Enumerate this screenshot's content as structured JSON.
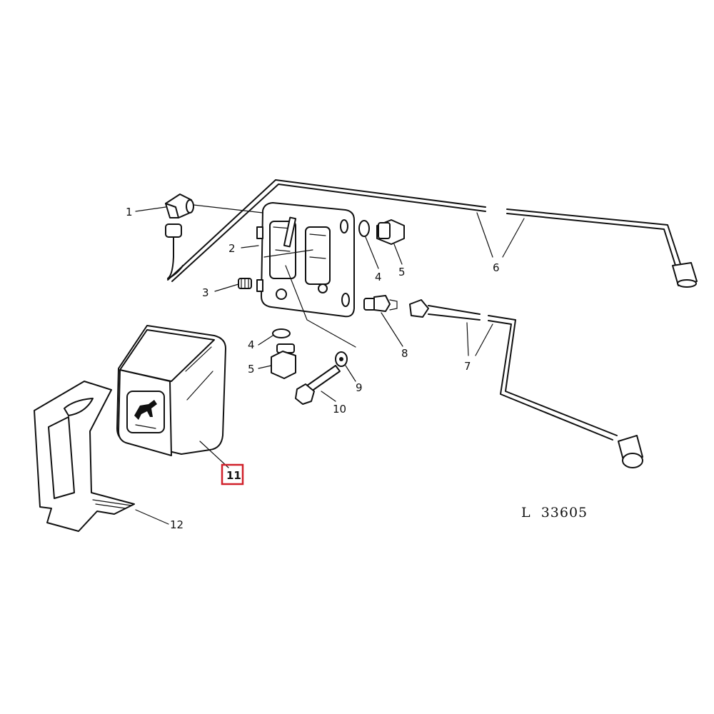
{
  "diagram": {
    "reference_code": "L  33605",
    "callouts": [
      {
        "id": "c1",
        "label": "1"
      },
      {
        "id": "c2",
        "label": "2"
      },
      {
        "id": "c3",
        "label": "3"
      },
      {
        "id": "c4a",
        "label": "4"
      },
      {
        "id": "c5a",
        "label": "5"
      },
      {
        "id": "c6",
        "label": "6"
      },
      {
        "id": "c4b",
        "label": "4"
      },
      {
        "id": "c5b",
        "label": "5"
      },
      {
        "id": "c8",
        "label": "8"
      },
      {
        "id": "c7",
        "label": "7"
      },
      {
        "id": "c9",
        "label": "9"
      },
      {
        "id": "c10",
        "label": "10"
      },
      {
        "id": "c11",
        "label": "11",
        "highlighted": true
      },
      {
        "id": "c12",
        "label": "12"
      }
    ],
    "highlight_color": "#d0202a"
  }
}
